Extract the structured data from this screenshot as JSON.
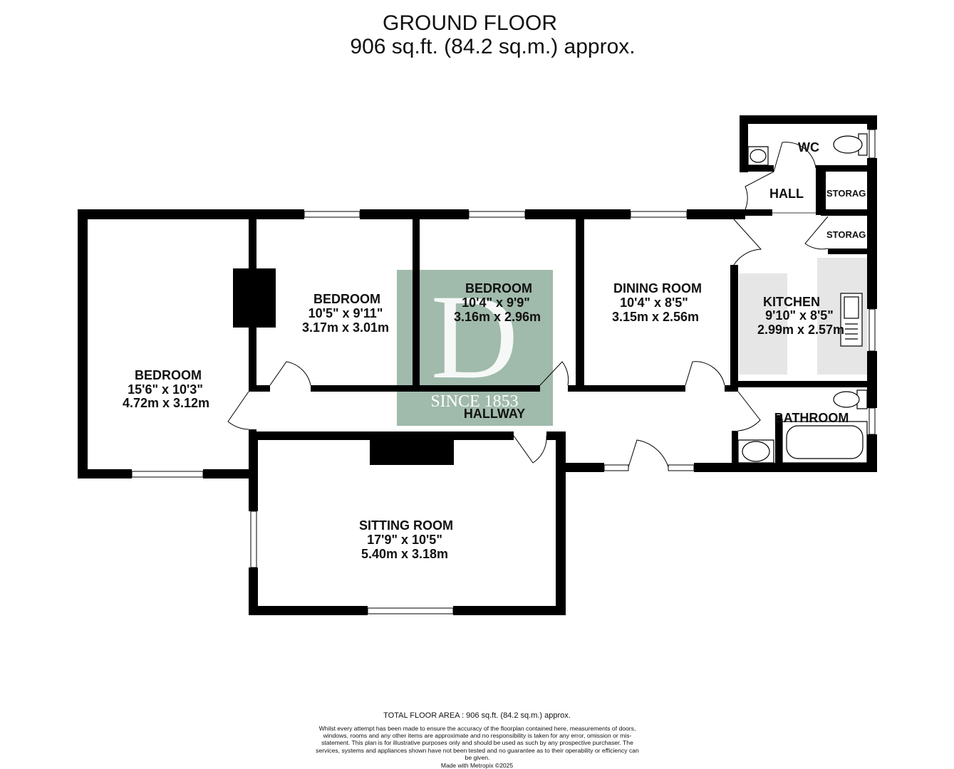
{
  "header": {
    "floor": "GROUND FLOOR",
    "area": "906 sq.ft. (84.2 sq.m.) approx."
  },
  "logo": {
    "letter": "D",
    "text": "SINCE 1853",
    "color": "#8fae9c"
  },
  "rooms": {
    "bedroom_left": {
      "name": "BEDROOM",
      "imperial": "15'6\"  x 10'3\"",
      "metric": "4.72m  x 3.12m"
    },
    "bedroom_mid1": {
      "name": "BEDROOM",
      "imperial": "10'5\"  x 9'11\"",
      "metric": "3.17m  x 3.01m"
    },
    "bedroom_mid2": {
      "name": "BEDROOM",
      "imperial": "10'4\"  x 9'9\"",
      "metric": "3.16m  x 2.96m"
    },
    "dining": {
      "name": "DINING ROOM",
      "imperial": "10'4\"  x 8'5\"",
      "metric": "3.15m  x 2.56m"
    },
    "kitchen": {
      "name": "KITCHEN",
      "imperial": "9'10\"  x 8'5\"",
      "metric": "2.99m  x 2.57m"
    },
    "sitting": {
      "name": "SITTING ROOM",
      "imperial": "17'9\"  x 10'5\"",
      "metric": "5.40m  x 3.18m"
    },
    "hallway": {
      "name": "HALLWAY"
    },
    "hall": {
      "name": "HALL"
    },
    "wc": {
      "name": "WC"
    },
    "storage1": {
      "name": "STORAG"
    },
    "storage2": {
      "name": "STORAG"
    },
    "bathroom": {
      "name": "BATHROOM"
    }
  },
  "footer": {
    "total": "TOTAL FLOOR AREA : 906 sq.ft. (84.2 sq.m.) approx.",
    "disclaimer": "Whilst every attempt has been made to ensure the accuracy of the floorplan contained here, measurements of doors, windows, rooms and any other items are approximate and no responsibility is taken for any error, omission or mis-statement. This plan is for illustrative purposes only and should be used as such by any prospective purchaser. The services, systems and appliances shown have not been tested and no guarantee as to their operability or efficiency can be given.",
    "made_with": "Made with Metropix ©2025"
  },
  "colors": {
    "wall": "#000000",
    "fitting_fill": "#e6e6e6"
  }
}
